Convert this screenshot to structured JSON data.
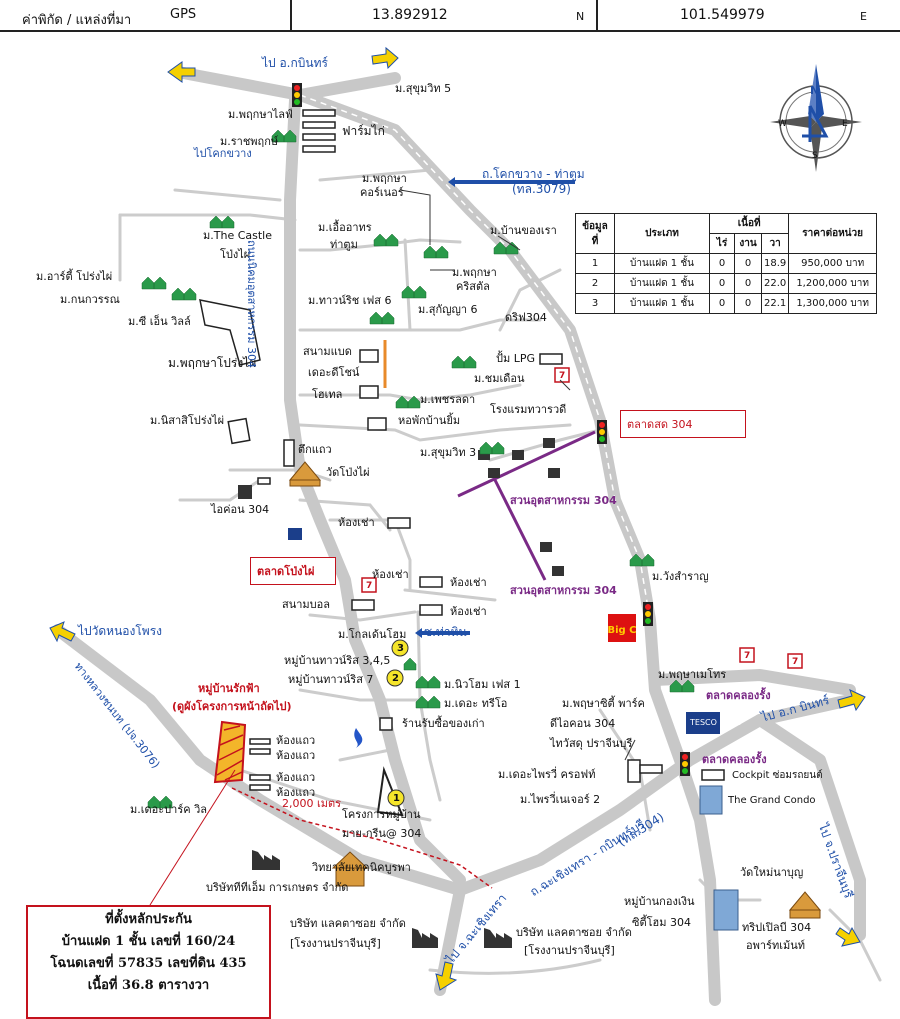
{
  "header": {
    "coord_label": "ค่าพิกัด / แหล่งที่มา",
    "source": "GPS",
    "latitude": "13.892912",
    "lat_suffix": "N",
    "longitude": "101.549979",
    "lon_suffix": "E"
  },
  "compass": {
    "n": "N",
    "s": "S",
    "e": "E",
    "w": "W"
  },
  "price_table": {
    "headers": {
      "no": "ข้อมูล ที่",
      "type": "ประเภท",
      "area": "เนื้อที่",
      "rai": "ไร่",
      "ngan": "งาน",
      "wa": "วา",
      "price": "ราคาต่อหน่วย"
    },
    "rows": [
      {
        "no": "1",
        "type": "บ้านแฝด 1 ชั้น",
        "rai": "0",
        "ngan": "0",
        "wa": "18.9",
        "price": "950,000 บาท"
      },
      {
        "no": "2",
        "type": "บ้านแฝด 1 ชั้น",
        "rai": "0",
        "ngan": "0",
        "wa": "22.0",
        "price": "1,200,000 บาท"
      },
      {
        "no": "3",
        "type": "บ้านแฝด 1 ชั้น",
        "rai": "0",
        "ngan": "0",
        "wa": "22.1",
        "price": "1,300,000 บาท"
      }
    ]
  },
  "info_box": {
    "line1": "ที่ตั้งหลักประกัน",
    "line2": "บ้านแฝด 1 ชั้น เลขที่ 160/24",
    "line3": "โฉนดเลขที่ 57835 เลขที่ดิน 435",
    "line4": "เนื้อที่ 36.8 ตารางวา"
  },
  "markets": {
    "m304": "ตลาดสด 304",
    "pongpai": "ตลาดโป่งไผ่"
  },
  "road_labels": {
    "to_kabin_top": "ไป อ.กบินทร์",
    "khok_khwang": "ถ.โคกขวาง - ท่าตูม",
    "khok_khwang_code": "(ทล.3079)",
    "to_khok_khwang": "ไปโคกขวาง",
    "ut_road": "ถนนนิคมอุตสาหกรรม 304",
    "to_nong_phrong": "ไปวัดหนองโพรง",
    "highway_3076": "ทางหลวงชนบท (ปจ.3076)",
    "cha_choeng_rd": "ถ.ฉะเชิงเทรา - กบินทร์บุรี",
    "cha_choeng_code": "(ทล.304)",
    "to_cha_choeng": "ไป จ.ฉะเชิงเทรา",
    "to_kabin_right": "ไป อ.ก บินทร์",
    "to_prachin": "ไป จ.ปราจีนบุรี",
    "soi_tha_hin": "ซ.ท่าหิน",
    "khlong_rang_1": "ตลาดคลองรั้ง",
    "khlong_rang_2": "ตลาดคลองรั้ง",
    "suan_ut_1": "สวนอุตสาหกรรม 304",
    "suan_ut_2": "สวนอุตสาหกรรม 304",
    "distance": "2,000 เมตร"
  },
  "project": {
    "name": "หมู่บ้านรักฟ้า",
    "note": "(ดูผังโครงการหน้าถัดไป)"
  },
  "places": {
    "sukhumvit5": "ม.สุขุมวิท 5",
    "pruksa_life": "ม.พฤกษาไลฟ์",
    "ratchaphruk": "ม.ราชพฤกษ์",
    "farm_kai": "ฟาร์มไก่",
    "pruksa_corner": "ม.พฤกษา",
    "corner": "คอร์เนอร์",
    "ueaarthon": "ม.เอื้ออาทร",
    "tha_tum": "ท่าตูม",
    "castle": "ม.The Castle",
    "pongpai": "โป่งไผ่",
    "arty": "ม.อาร์ตี้ โปร่งไผ่",
    "kanok": "ม.กนกวรรณ",
    "cn_villa": "ม.ซี เอ็น วิลล์",
    "town_ritch6": "ม.ทาวน์ริช เฟส 6",
    "sukanya6": "ม.สุกัญญา 6",
    "pruksa_kristal": "ม.พฤกษา",
    "kristal": "คริสตัล",
    "ban_khong_rao": "ม.บ้านของเรา",
    "drive304": "ดริฟ304",
    "pump_lpg": "ปั้ม LPG",
    "chom_duean": "ม.ชมเดือน",
    "dvarawadi": "โรงแรมทวารวดี",
    "petch_lada": "ม.เพชรลดา",
    "hor_pak": "หอพักบ้านยิ้ม",
    "pruksa_pongpai": "ม.พฤกษาโปร่งไผ่",
    "sanam_bad": "สนามแบด",
    "the_ocean": "เดอะดีโชน์",
    "hotel": "โฮเทล",
    "nisasi": "ม.นิสาสิโปร่งไผ่",
    "tuk_thaew": "ตึกแถว",
    "wat_pongpai": "วัดโป่งไผ่",
    "icon304": "ไอค่อน 304",
    "sukhumvit3": "ม.สุขุมวิท 3",
    "hong_chao1": "ห้องเช่า",
    "hong_chao2": "ห้องเช่า",
    "hong_chao3": "ห้องเช่า",
    "hong_chao4": "ห้องเช่า",
    "wang_samran": "ม.วังสำราญ",
    "sanam_ball": "สนามบอล",
    "golden_home": "ม.โกลเด้นโฮม",
    "town_ritch345": "หมู่บ้านทาวน์ริส 3,4,5",
    "town_ritch7": "หมู่บ้านทาวน์ริส 7",
    "new_home": "ม.นิวโฮม เฟส 1",
    "the_trio": "ม.เดอะ ทรีโอ",
    "pruksa_metro": "ม.พฤษาเมโทร",
    "rub_sue": "ร้านรับซื้อของเก่า",
    "row_house1": "ห้องแถว",
    "row_house2": "ห้องแถว",
    "row_house3": "ห้องแถว",
    "row_house4": "ห้องแถว",
    "the_park": "ม.เดอะปาร์ค วิล",
    "pruksa_city": "ม.พฤษาซิตี้ พาร์ค",
    "d_icon": "ดีไอคอน 304",
    "thaiwatsadu": "ไทวัสดุ ปราจีนบุรี",
    "the_privacy": "ม.เดอะไพรวี่ ครอฟท์",
    "privacy2": "ม.ไพรวี่เนเจอร์ 2",
    "cockpit": "Cockpit ซ่อมรถยนต์",
    "grand_condo": "The Grand Condo",
    "project_may": "โครงการหมู่บ้าน",
    "may_green": "มาย-กรีน@ 304",
    "college": "วิทยาลัยเทคนิคบูรพา",
    "tm_company": "บริษัททีทีเอ็ม การเกษตร จำกัด",
    "lac_company": "บริษัท แลคตาซอย จำกัด",
    "lac_factory": "[โรงงานปราจีนบุรี]",
    "lac_company2": "บริษัท แลคตาซอย จำกัด",
    "lac_factory2": "[โรงงานปราจีนบุรี]",
    "village_kong": "หมู่บ้านกองเงิน",
    "city_home": "ซิตี้โฮม 304",
    "trip304": "ทริปเปิลบี 304",
    "apartment": "อพาร์ทเม้นท์",
    "wat_mai": "วัดใหม่นาบุญ",
    "tesco": "TESCO Lotus",
    "big_c": "Big C",
    "seven": "7",
    "pin1": "1",
    "pin2": "2",
    "pin3": "3"
  }
}
